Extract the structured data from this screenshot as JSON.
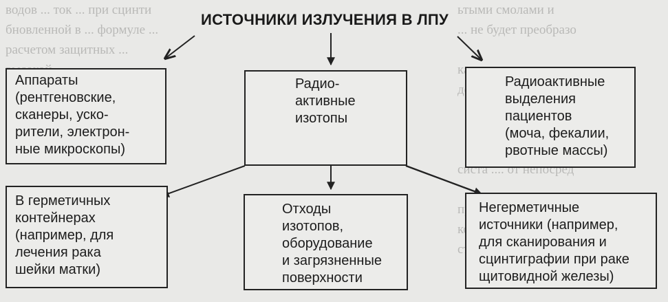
{
  "background": {
    "right_lines": "ьтыми смолами и\n... не будет преобразо\n\nкамеры помещения\nделать непроницаемы\n\n\n\nсиста .... от непосред\n\nпри этом\nкоторые ...\nстоках и",
    "top_lines": "водов ... ток ... при сцинти\nбновленной в ... формуле ...\nрасчетом защитных ...\nвысокой ... ... ...\nуже защитных ..."
  },
  "diagram": {
    "title": "ИСТОЧНИКИ ИЗЛУЧЕНИЯ В ЛПУ",
    "nodes": [
      "Аппараты\n(рентгеновские,\nсканеры, уско-\nрители, электрон-\nные микроскопы)",
      "Радио-\nактивные\nизотопы",
      "Радиоактивные\nвыделения\nпациентов\n(моча, фекалии,\nрвотные массы)",
      "В герметичных\nконтейнерах\n(например, для\nлечения рака\nшейки матки)",
      "Отходы\nизотопов,\nоборудование\nи загрязненные\nповерхности",
      "Негерметичные\nисточники (например,\nдля сканирования и\nсцинтиграфии при раке\nщитовидной железы)"
    ]
  }
}
